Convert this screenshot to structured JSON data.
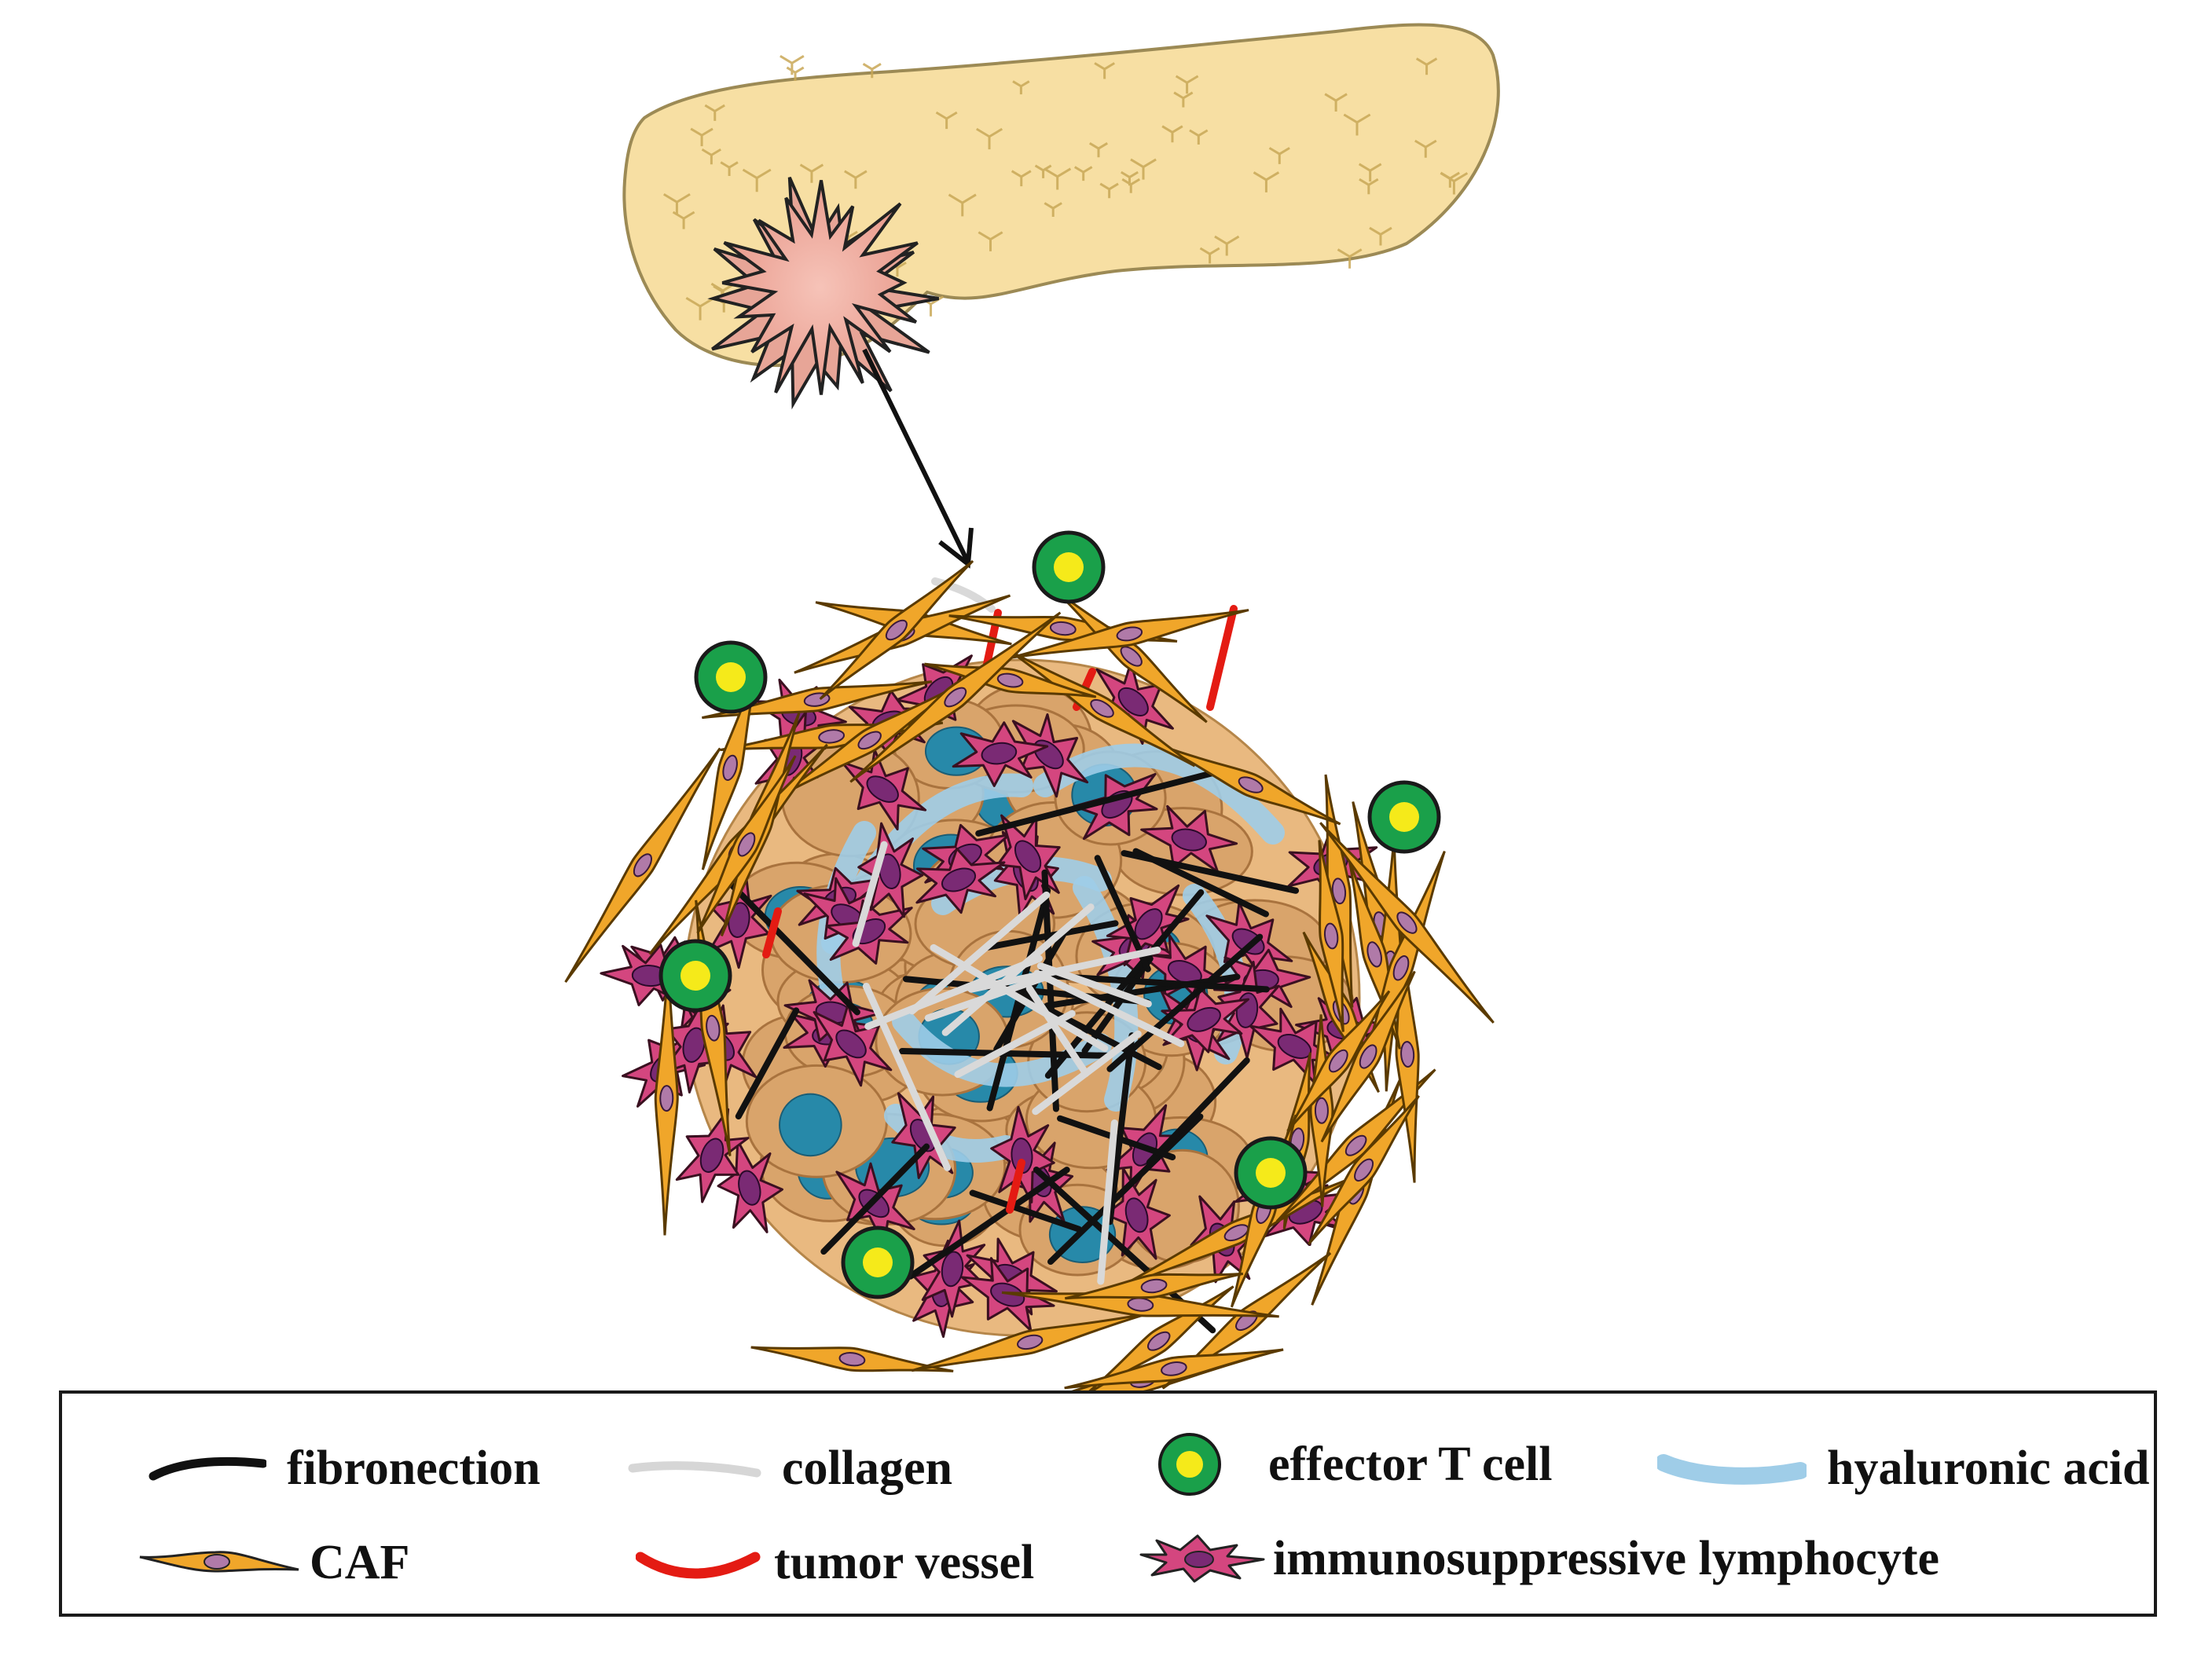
{
  "colors": {
    "pancreas": "#f7dfa3",
    "pancreas_outline": "#9c8a55",
    "tumor": "#f2b3a6",
    "caf": "#f0a62a",
    "immuno_lymphocyte": "#d4467f",
    "tumor_cell": "#d9a46b",
    "nucleus": "#2789a9",
    "effector_t_outer": "#1aa04a",
    "effector_t_inner": "#f5ea1a",
    "fibronectin": "#111111",
    "collagen": "#d9d9d9",
    "tumor_vessel": "#e41b13",
    "hyaluronic_acid": "#9fcde8"
  },
  "legend": {
    "items": [
      {
        "key": "fibronectin",
        "label": "fibronection",
        "icon": "black-fiber-icon"
      },
      {
        "key": "collagen",
        "label": "collagen",
        "icon": "gray-fiber-icon"
      },
      {
        "key": "effector_t",
        "label": "effector T cell",
        "icon": "green-cell-icon"
      },
      {
        "key": "hyaluronic",
        "label": "hyaluronic acid",
        "icon": "blue-wave-icon"
      },
      {
        "key": "caf",
        "label": "CAF",
        "icon": "spindle-cell-icon"
      },
      {
        "key": "vessel",
        "label": "tumor vessel",
        "icon": "red-curve-icon"
      },
      {
        "key": "lymphocyte",
        "label": "immunosuppressive lymphocyte",
        "icon": "star-cell-icon"
      }
    ]
  }
}
